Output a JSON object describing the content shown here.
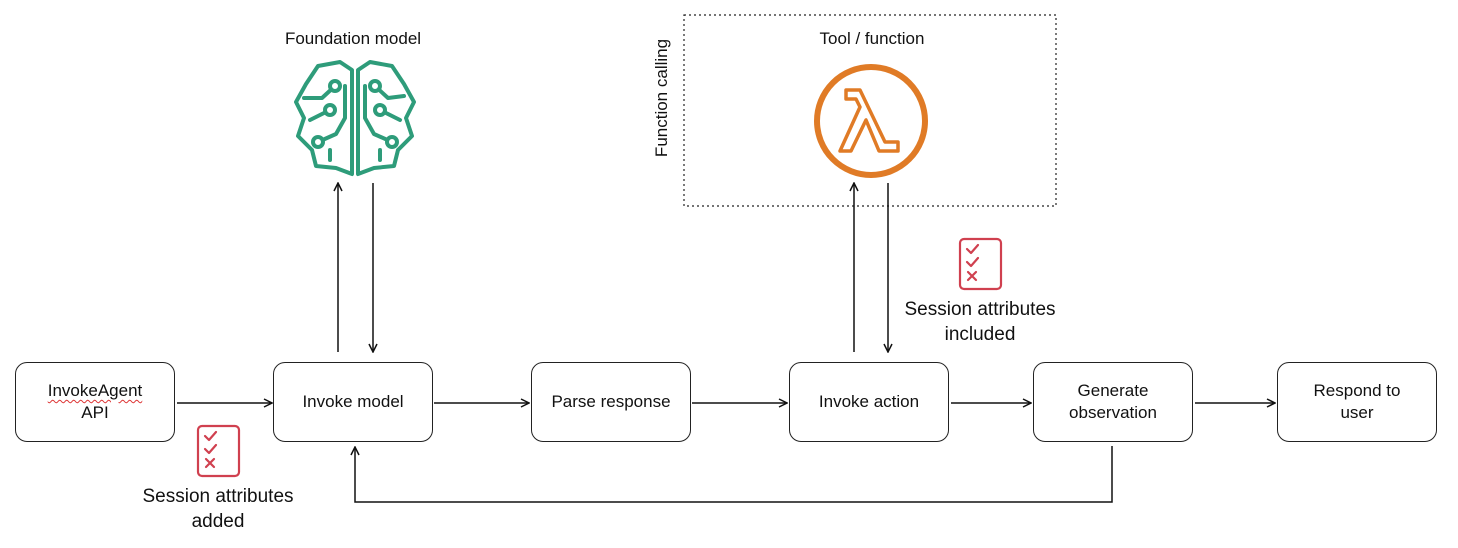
{
  "foundation_model": {
    "title": "Foundation model",
    "icon": "brain-circuit-icon",
    "color": "#2e9c7a"
  },
  "tool": {
    "title": "Tool / function",
    "side_label": "Function calling",
    "icon": "lambda-icon",
    "color": "#e07b26"
  },
  "steps": {
    "invoke_agent": {
      "line1": "InvokeAgent",
      "line2": "API"
    },
    "invoke_model": "Invoke model",
    "parse_response": "Parse response",
    "invoke_action": "Invoke action",
    "generate_observation": {
      "line1": "Generate",
      "line2": "observation"
    },
    "respond": {
      "line1": "Respond to",
      "line2": "user"
    }
  },
  "session_added": {
    "line1": "Session attributes",
    "line2": "added",
    "icon": "checklist-icon",
    "color": "#d0404f"
  },
  "session_included": {
    "line1": "Session attributes",
    "line2": "included",
    "icon": "checklist-icon",
    "color": "#d0404f"
  }
}
